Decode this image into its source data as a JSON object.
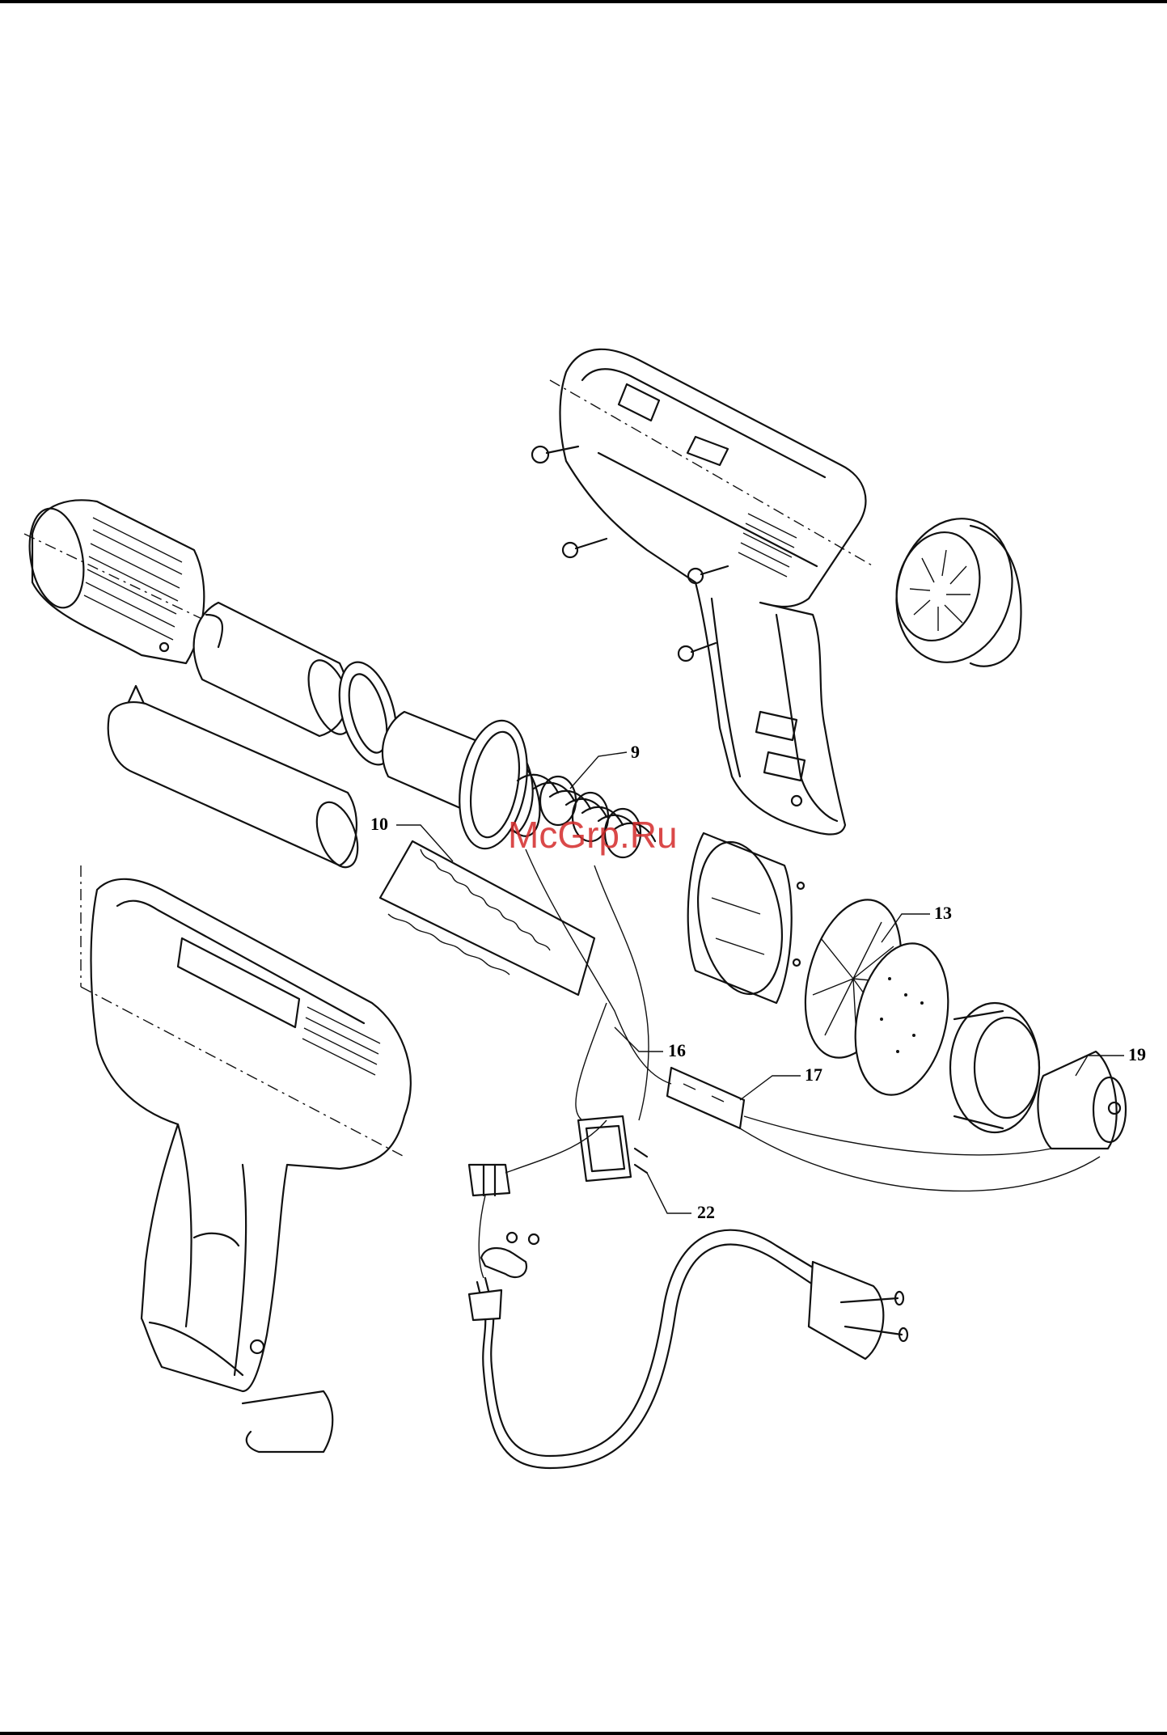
{
  "callouts": {
    "c9": "9",
    "c10": "10",
    "c13": "13",
    "c16": "16",
    "c17": "17",
    "c19": "19",
    "c22": "22"
  },
  "watermark": "McGrp.Ru"
}
